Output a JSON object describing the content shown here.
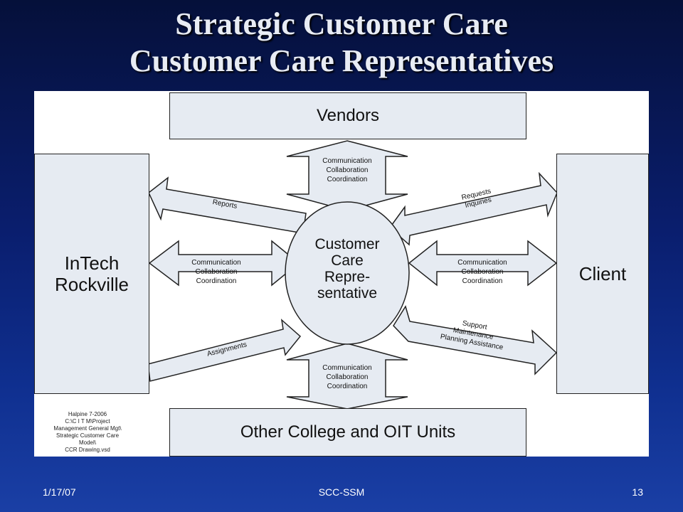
{
  "slide": {
    "title_line1": "Strategic Customer Care",
    "title_line2": "Customer Care Representatives"
  },
  "diagram": {
    "vendors": "Vendors",
    "intech": "InTech\nRockville",
    "client": "Client",
    "other_units": "Other College and OIT Units",
    "center": "Customer\nCare\nRepre-\nsentative",
    "ccc": "Communication\nCollaboration\nCoordination",
    "reports": "Reports",
    "requests": "Requests\nInquiries",
    "assignments": "Assignments",
    "support": "Support\nMaintenance\nPlanning Assistance",
    "note": "Halpine 7-2006\nC:\\C I T M\\Project\nManagement General Mgt\\\nStrategic Customer Care\nModel\\\nCCR Drawing.vsd"
  },
  "footer": {
    "date": "1/17/07",
    "center": "SCC-SSM",
    "page": "13"
  },
  "colors": {
    "background": "#0a1e6e",
    "shape_fill": "#e6ebf2",
    "title_text": "#e8ecf4"
  }
}
